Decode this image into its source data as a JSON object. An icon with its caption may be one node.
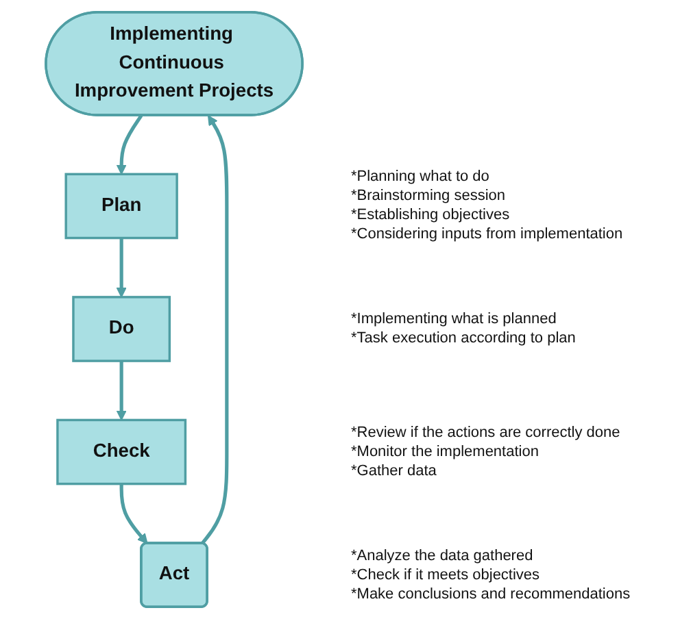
{
  "diagram": {
    "nodes": [
      {
        "text": [
          "Implementing Continuous Improvement Projects"
        ]
      },
      {
        "text": [
          "Plan"
        ],
        "beside": [
          "*Planning what to do",
          "*Brainstorming session",
          "*Establishing objectives",
          "*Considering inputs from implementation"
        ]
      },
      {
        "text": [
          "Do"
        ],
        "beside": [
          "*Implementing what is planned",
          "*Task execution according to plan"
        ]
      },
      {
        "text": [
          "Check"
        ],
        "beside": [
          "*Review if the actions are correctly done",
          "*Monitor the implementation",
          "*Gather data"
        ]
      },
      {
        "text": [
          "Act"
        ],
        "beside": [
          "*Analyze the data gathered",
          "*Check if it meets objectives",
          "*Make conclusions and recommendations"
        ]
      }
    ],
    "edges": [
      {
        "from": 0,
        "to": 1,
        "arrow": "to"
      },
      {
        "from": 1,
        "to": 2,
        "arrow": "to"
      },
      {
        "from": 2,
        "to": 3,
        "arrow": "to"
      },
      {
        "from": 3,
        "to": 4,
        "arrow": "to"
      },
      {
        "from": 4,
        "to": 0,
        "arrow": "to"
      }
    ]
  }
}
